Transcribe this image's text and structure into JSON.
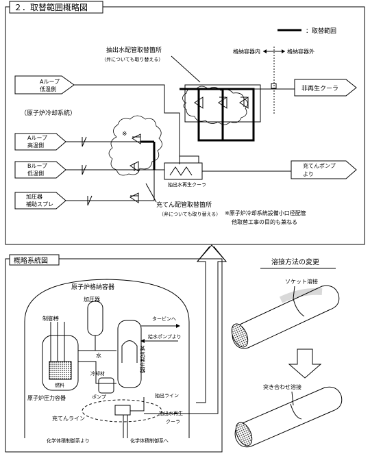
{
  "top_panel": {
    "title": "２．取替範囲概略図",
    "legend_label": "：取替範囲",
    "cv_inside": "格納容器内",
    "cv_outside": "格納容器外",
    "letdown_location": "抽出水配管取替箇所",
    "letdown_note": "（弁についても取り替える）",
    "a_loop_low": [
      "Aループ",
      "低温側"
    ],
    "rcs_label": "（原子炉冷却系統）",
    "a_loop_high": [
      "Aループ",
      "高温側"
    ],
    "b_loop_low": [
      "Bループ",
      "低温側"
    ],
    "pzr_spray": [
      "加圧器",
      "補助スプレ"
    ],
    "nonregen_cooler": "非再生クーラ",
    "regen_hx": "抽出水再生クーラ",
    "charging_pump": [
      "充てんポンプ",
      "より"
    ],
    "charging_location": "充てん配管取替箇所",
    "charging_note": "（弁についても取り替える）",
    "footnote": [
      "※原子炉冷却系統設備小口径配管",
      "他取替工事の目的も兼ねる"
    ],
    "asterisk": "※"
  },
  "bottom_left": {
    "title": "概略系統図",
    "cv": "原子炉格納容器",
    "pressurizer": "加圧器",
    "control_rod": "制御棒",
    "to_turbine": "タービンへ",
    "from_fw_pump": "給水ポンプより",
    "water": "水",
    "steam_generator": "蒸気発生器",
    "fuel": "燃料",
    "coolant_pump": [
      "冷却材",
      "ポンプ"
    ],
    "reactor_vessel": "原子炉圧力容器",
    "letdown_line": "抽出ライン",
    "charging_line": "充てんライン",
    "regen_hx": [
      "抽出水再生",
      "クーラ"
    ],
    "from_cvcs": "化学体積制御系より",
    "to_cvcs": "化学体積制御系へ"
  },
  "bottom_right": {
    "title": "溶接方法の変更",
    "socket_weld": "ソケット溶接",
    "butt_weld": "突き合わせ溶接"
  }
}
